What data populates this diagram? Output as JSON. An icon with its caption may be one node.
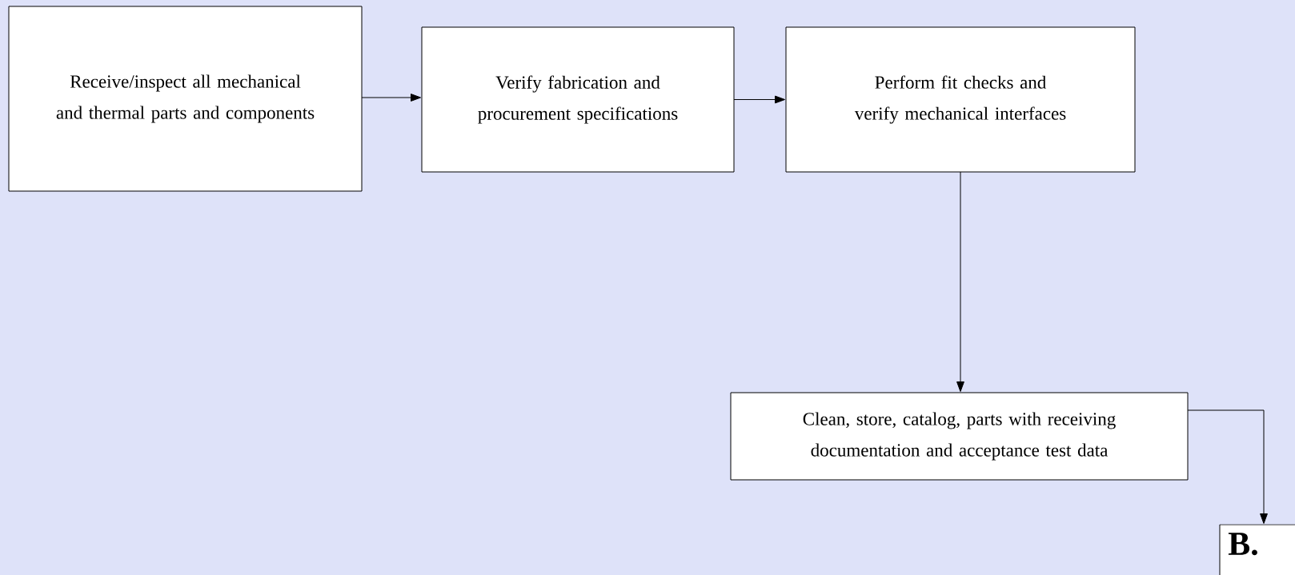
{
  "diagram": {
    "nodes": [
      {
        "text": [
          "Receive/inspect all mechanical and thermal parts and components"
        ]
      },
      {
        "text": [
          "Verify fabrication and procurement specifications"
        ]
      },
      {
        "text": [
          "Perform fit checks and verify mechanical interfaces"
        ]
      },
      {
        "text": [
          "Clean, store, catalog, parts with receiving documentation and acceptance test data"
        ]
      },
      {
        "text": [
          "B."
        ]
      }
    ],
    "edges": [
      {
        "from": 0,
        "to": 1,
        "arrow": "to"
      },
      {
        "from": 1,
        "to": 2,
        "arrow": "to"
      },
      {
        "from": 2,
        "to": 3,
        "arrow": "to"
      },
      {
        "from": 3,
        "to": 4,
        "arrow": "to"
      }
    ]
  }
}
